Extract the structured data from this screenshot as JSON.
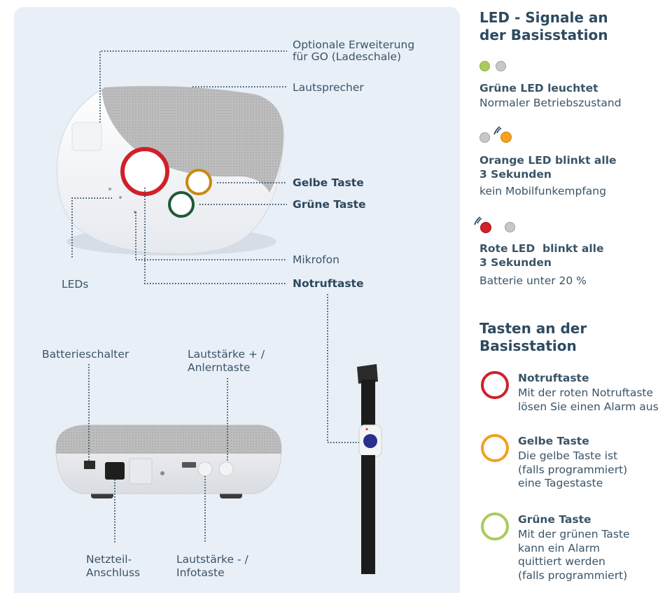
{
  "colors": {
    "panel": "#e9eff7",
    "heading": "#2d4a60",
    "text": "#3a5467",
    "led_green": "#a9cc5a",
    "led_orange": "#f5a020",
    "led_red": "#d0202a",
    "led_off": "#c8c8c8",
    "btn_red": "#d0202a",
    "btn_yellow": "#f2a020",
    "btn_green": "#a9cc5a",
    "connector": "#2f5067"
  },
  "diagram": {
    "labels": {
      "erweiterung": "Optionale Erweiterung\nfür GO (Ladeschale)",
      "lautsprecher": "Lautsprecher",
      "gelbe_taste": "Gelbe Taste",
      "gruene_taste": "Grüne Taste",
      "mikrofon": "Mikrofon",
      "notruftaste": "Notruftaste",
      "leds": "LEDs",
      "batterieschalter": "Batterieschalter",
      "lautstaerke_plus": "Lautstärke + /\nAnlerntaste",
      "netzteil": "Netzteil-\nAnschluss",
      "lautstaerke_minus": "Lautstärke - /\nInfotaste"
    }
  },
  "led_section": {
    "heading": "LED - Signale an\nder Basisstation",
    "items": [
      {
        "title": "Grüne LED leuchtet",
        "desc": "Normaler Betriebszustand",
        "icons": [
          "green-led",
          "off-led"
        ]
      },
      {
        "title": "Orange LED blinkt alle\n3 Sekunden",
        "desc": "kein Mobilfunkempfang",
        "icons": [
          "off-led",
          "orange-led-blinking"
        ]
      },
      {
        "title": "Rote LED  blinkt alle\n3 Sekunden",
        "desc": "Batterie unter 20 %",
        "icons": [
          "red-led-blinking",
          "off-led"
        ]
      }
    ]
  },
  "buttons_section": {
    "heading": "Tasten an der\nBasisstation",
    "items": [
      {
        "title": "Notruftaste",
        "desc": "Mit der roten Notruftaste\nlösen Sie einen Alarm aus",
        "color": "#d0202a"
      },
      {
        "title": "Gelbe Taste",
        "desc": "Die gelbe Taste ist\n(falls programmiert)\neine Tagestaste",
        "color": "#f2a020"
      },
      {
        "title": "Grüne Taste",
        "desc": "Mit der grünen Taste\nkann ein Alarm\nquittiert werden\n(falls programmiert)",
        "color": "#a9cc5a"
      }
    ]
  }
}
